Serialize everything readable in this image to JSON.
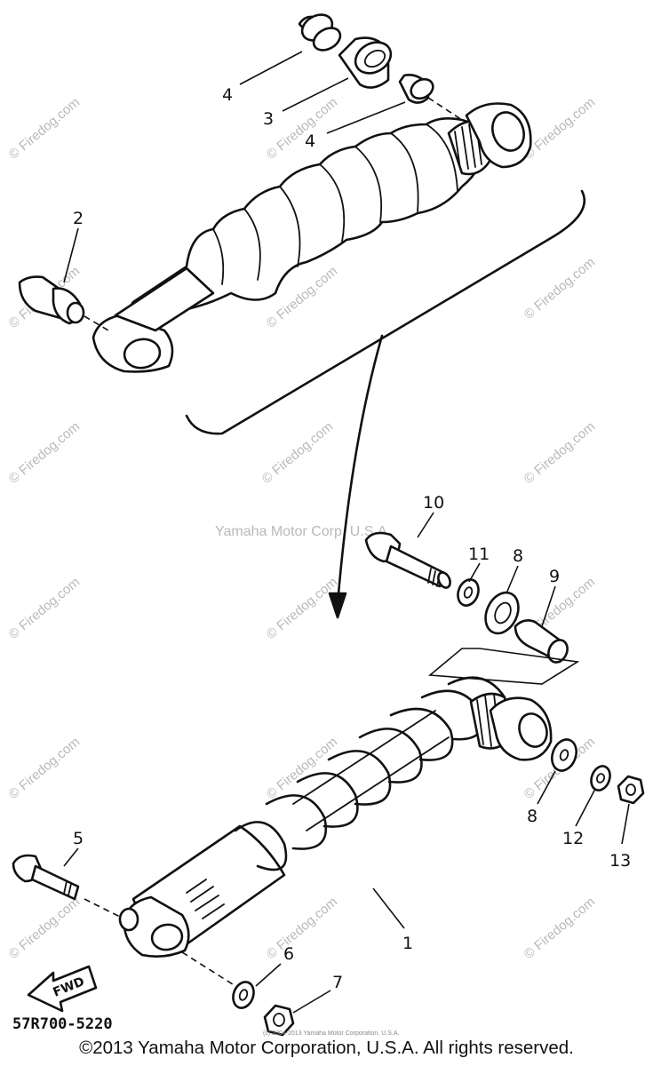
{
  "callouts": [
    "4",
    "3",
    "4",
    "2",
    "10",
    "11",
    "8",
    "9",
    "5",
    "1",
    "8",
    "12",
    "13",
    "6",
    "7"
  ],
  "watermark": "© Firedog.com",
  "center_watermark": "Yamaha Motor Corp. U.S.A.",
  "fwd_label": "FWD",
  "diagram_code": "57R700-5220",
  "small_print": "(c) 2004-2013 Yamaha Motor Corporation, U.S.A.",
  "copyright": "©2013 Yamaha Motor Corporation, U.S.A. All rights reserved.",
  "colors": {
    "ink": "#111111",
    "watermark": "#b9b9b9",
    "background": "#ffffff"
  }
}
